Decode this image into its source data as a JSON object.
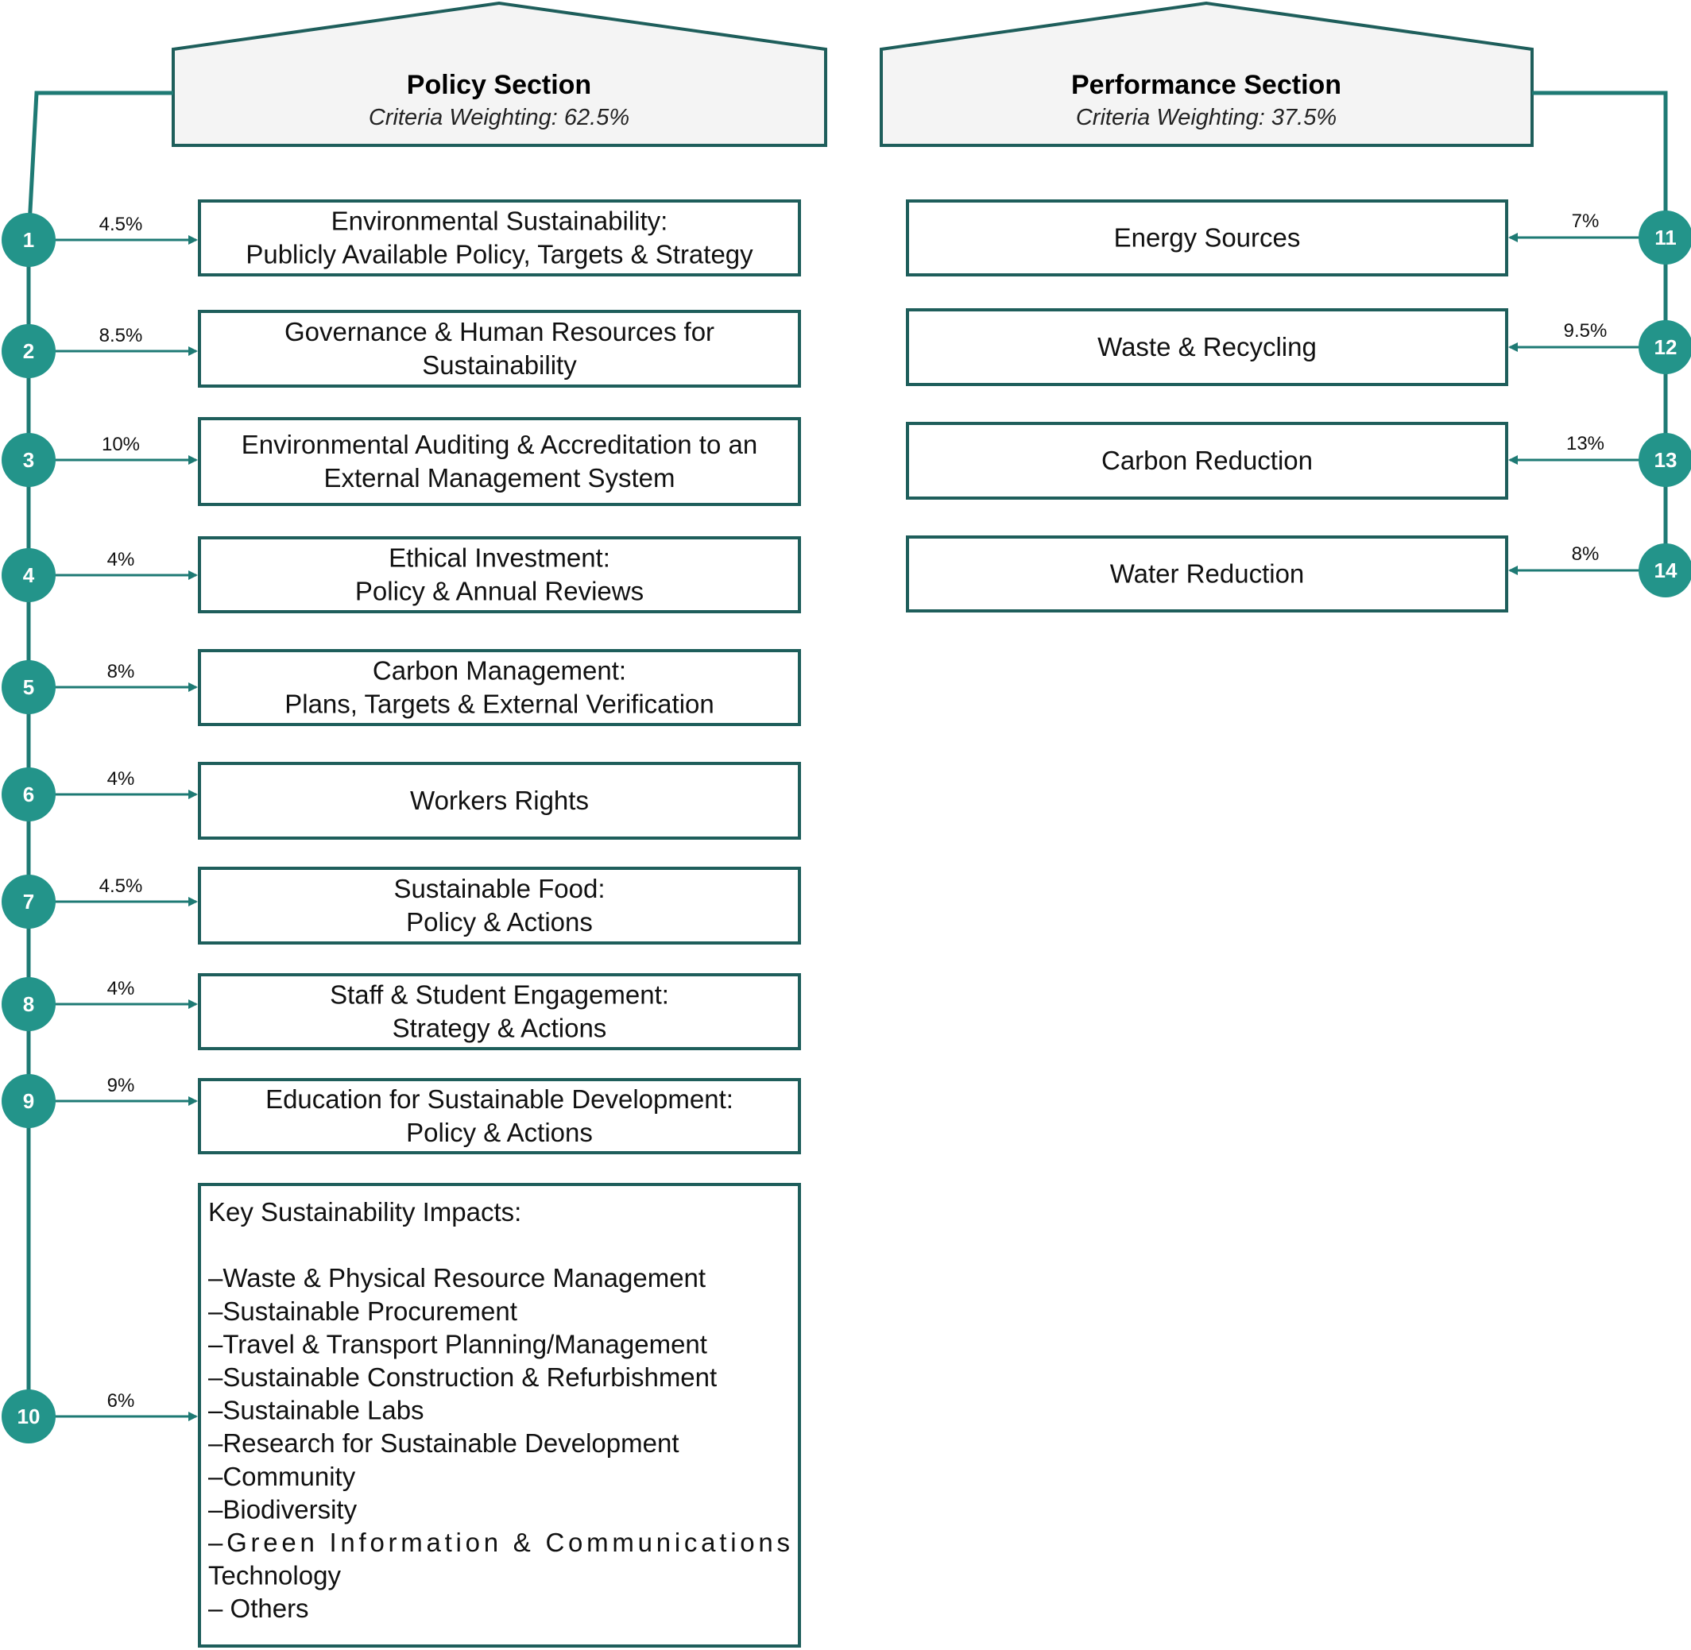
{
  "colors": {
    "accent": "#23948A",
    "line": "#1E7A74",
    "box_border": "#1E5E5B",
    "header_fill": "#F4F4F4"
  },
  "policy_section": {
    "title": "Policy Section",
    "subtitle": "Criteria Weighting: 62.5%",
    "criteria": [
      {
        "number": "1",
        "weight": "4.5%",
        "lines": [
          "Environmental Sustainability:",
          "Publicly Available Policy, Targets & Strategy"
        ]
      },
      {
        "number": "2",
        "weight": "8.5%",
        "lines": [
          "Governance & Human Resources for",
          "Sustainability"
        ]
      },
      {
        "number": "3",
        "weight": "10%",
        "lines": [
          "Environmental Auditing & Accreditation to an",
          "External Management System"
        ]
      },
      {
        "number": "4",
        "weight": "4%",
        "lines": [
          "Ethical Investment:",
          "Policy & Annual Reviews"
        ]
      },
      {
        "number": "5",
        "weight": "8%",
        "lines": [
          "Carbon Management:",
          "Plans, Targets & External Verification"
        ]
      },
      {
        "number": "6",
        "weight": "4%",
        "lines": [
          "Workers Rights"
        ]
      },
      {
        "number": "7",
        "weight": "4.5%",
        "lines": [
          "Sustainable Food:",
          "Policy & Actions"
        ]
      },
      {
        "number": "8",
        "weight": "4%",
        "lines": [
          "Staff & Student Engagement:",
          "Strategy & Actions"
        ]
      },
      {
        "number": "9",
        "weight": "9%",
        "lines": [
          "Education for Sustainable Development:",
          "Policy & Actions"
        ]
      },
      {
        "number": "10",
        "weight": "6%",
        "lines": [
          "Key Sustainability Impacts:",
          "",
          "–Waste & Physical Resource Management",
          "–Sustainable Procurement",
          "–Travel & Transport Planning/Management",
          "–Sustainable Construction & Refurbishment",
          "–Sustainable Labs",
          "–Research for Sustainable Development",
          "–Community",
          "–Biodiversity",
          "–Green Information & Communications",
          "Technology",
          "– Others"
        ]
      }
    ]
  },
  "performance_section": {
    "title": "Performance Section",
    "subtitle": "Criteria Weighting: 37.5%",
    "criteria": [
      {
        "number": "11",
        "weight": "7%",
        "lines": [
          "Energy Sources"
        ]
      },
      {
        "number": "12",
        "weight": "9.5%",
        "lines": [
          "Waste & Recycling"
        ]
      },
      {
        "number": "13",
        "weight": "13%",
        "lines": [
          "Carbon Reduction"
        ]
      },
      {
        "number": "14",
        "weight": "8%",
        "lines": [
          "Water Reduction"
        ]
      }
    ]
  }
}
